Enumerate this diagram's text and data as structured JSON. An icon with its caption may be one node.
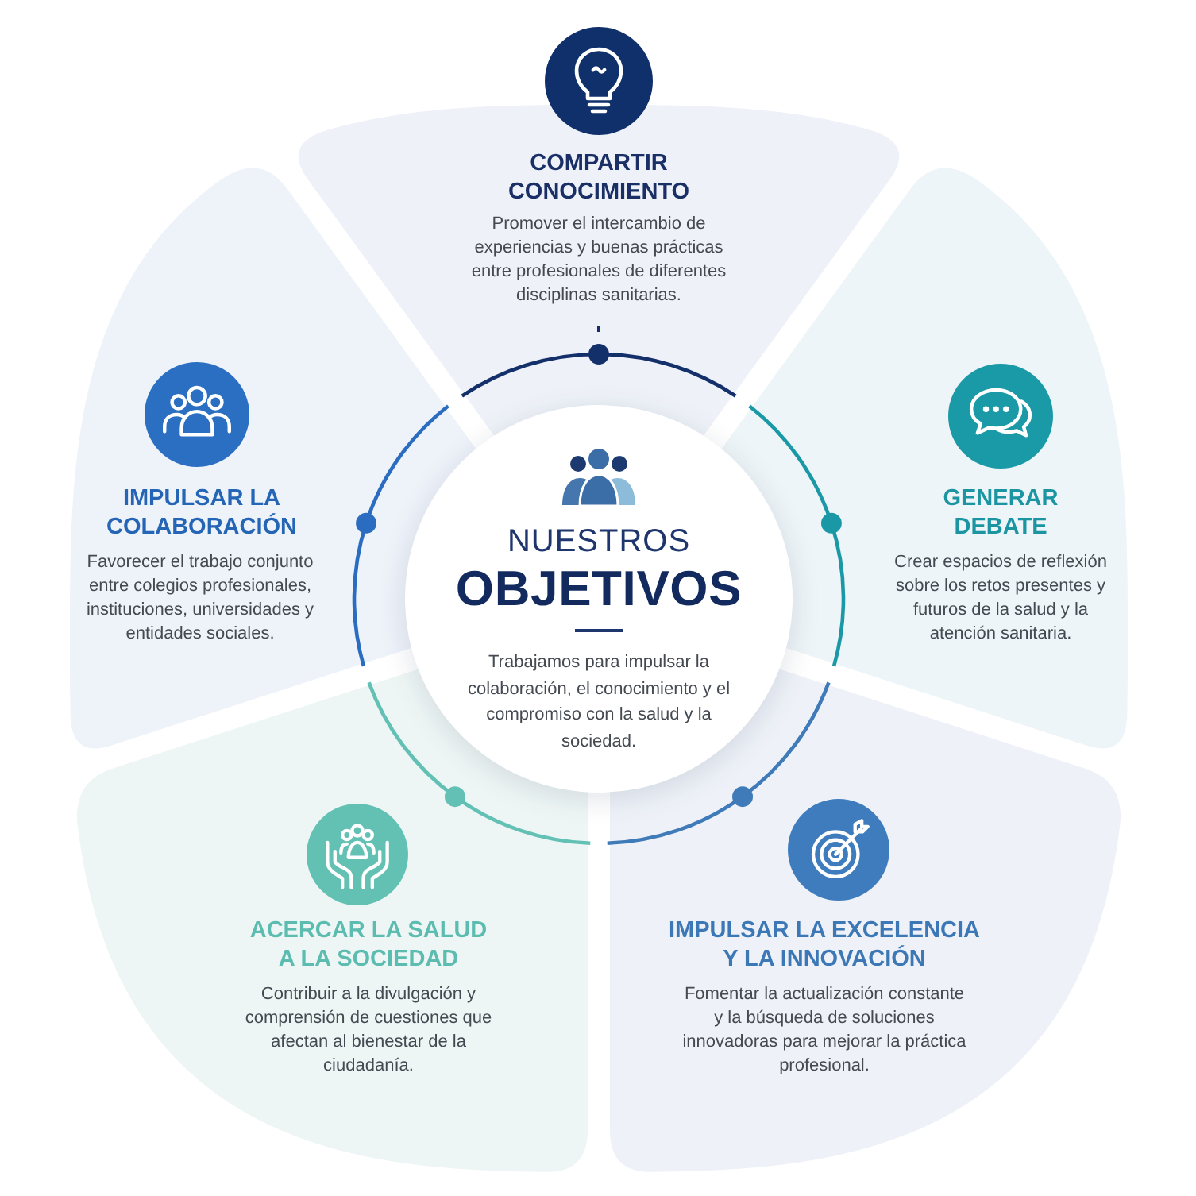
{
  "diagram": {
    "nodes": [
      {
        "text": [
          "NUESTROS **OBJETIVOS**",
          "Trabajamos para impulsar la colaboración, el conocimiento y el compromiso con la salud y la sociedad."
        ]
      },
      {
        "text": [
          "COMPARTIR CONOCIMIENTO",
          "Promover el intercambio de experiencias y buenas prácticas entre profesionales de diferentes disciplinas sanitarias."
        ]
      },
      {
        "text": [
          "IMPULSAR LA COLABORACIÓN",
          "Favorecer el trabajo conjunto entre colegios profesionales, instituciones, universidades y entidades sociales."
        ]
      },
      {
        "text": [
          "GENERAR DEBATE",
          "Crear espacios de reflexión sobre los retos presentes y futuros de la salud y la atención sanitaria."
        ]
      },
      {
        "text": [
          "ACERCAR LA SALUD A LA SOCIEDAD",
          "Contribuir a la divulgación y comprensión de cuestiones que afectan al bienestar de la ciudadanía."
        ]
      },
      {
        "text": [
          "IMPULSAR LA EXCELENCIA Y LA INNOVACIÓN",
          "Fomentar la actualización constante y la búsqueda de soluciones innovadoras para mejorar la práctica profesional."
        ]
      }
    ]
  }
}
